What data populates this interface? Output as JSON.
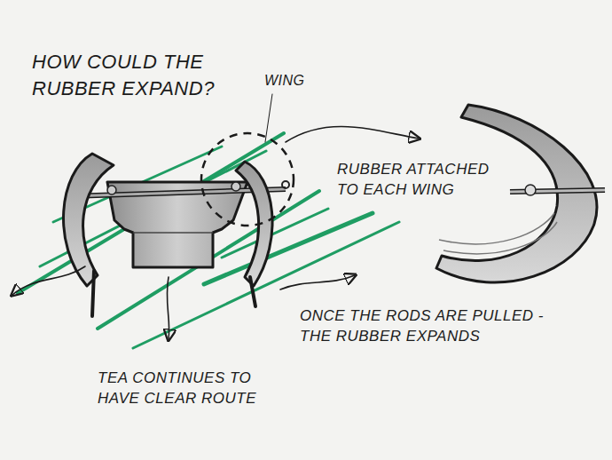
{
  "diagram": {
    "title": "HOW COULD THE RUBBER EXPAND?",
    "labels": [
      "WING",
      "RUBBER ATTACHED TO EACH WING",
      "ONCE THE RODS ARE PULLED - THE RUBBER EXPANDS",
      "TEA CONTINUES TO HAVE CLEAR ROUTE"
    ]
  }
}
